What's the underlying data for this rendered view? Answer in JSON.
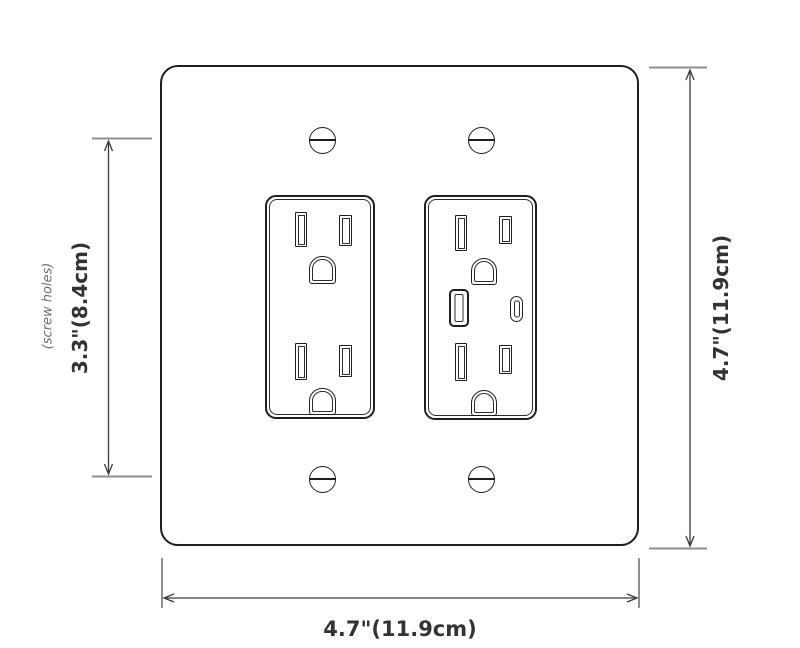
{
  "dimensions": {
    "screw_spacing": {
      "label": "3.3\"(8.4cm)",
      "note": "(screw holes)"
    },
    "plate_height": {
      "label": "4.7\"(11.9cm)"
    },
    "plate_width": {
      "label": "4.7\"(11.9cm)"
    }
  },
  "icons": {
    "screw": "slotted-screw-head",
    "ground": "ground-pin-hole",
    "usb_a": "usb-a-port",
    "usb_c": "usb-c-port"
  },
  "colors": {
    "outline": "#1f1f1f",
    "dimension_line": "#3a3a3a",
    "extension_tick": "#8f8f8f",
    "label_text": "#333333",
    "note_text": "#6e6e6e",
    "background": "#ffffff"
  }
}
